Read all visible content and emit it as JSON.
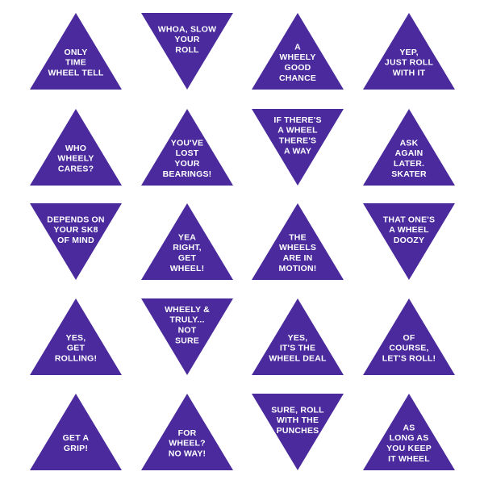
{
  "colors": {
    "triangle_fill": "#4a2a9d",
    "text": "#ffffff",
    "background": "#ffffff"
  },
  "triangles": [
    {
      "orientation": "up",
      "lines": [
        "ONLY",
        "TIME",
        "WHEEL TELL"
      ]
    },
    {
      "orientation": "down",
      "lines": [
        "WHOA, SLOW",
        "YOUR",
        "ROLL"
      ]
    },
    {
      "orientation": "up",
      "lines": [
        "A",
        "WHEELY",
        "GOOD",
        "CHANCE"
      ]
    },
    {
      "orientation": "up",
      "lines": [
        "YEP,",
        "JUST ROLL",
        "WITH IT"
      ]
    },
    {
      "orientation": "up",
      "lines": [
        "WHO",
        "WHEELY",
        "CARES?"
      ]
    },
    {
      "orientation": "up",
      "lines": [
        "YOU'VE",
        "LOST",
        "YOUR",
        "BEARINGS!"
      ]
    },
    {
      "orientation": "down",
      "lines": [
        "IF THERE'S",
        "A WHEEL",
        "THERE'S",
        "A WAY"
      ]
    },
    {
      "orientation": "up",
      "lines": [
        "ASK",
        "AGAIN",
        "LATER.",
        "SKATER"
      ]
    },
    {
      "orientation": "down",
      "lines": [
        "DEPENDS ON",
        "YOUR SK8",
        "OF MIND"
      ]
    },
    {
      "orientation": "up",
      "lines": [
        "YEA",
        "RIGHT,",
        "GET",
        "WHEEL!"
      ]
    },
    {
      "orientation": "up",
      "lines": [
        "THE",
        "WHEELS",
        "ARE IN",
        "MOTION!"
      ]
    },
    {
      "orientation": "down",
      "lines": [
        "THAT ONE'S",
        "A WHEEL",
        "DOOZY"
      ]
    },
    {
      "orientation": "up",
      "lines": [
        "YES,",
        "GET",
        "ROLLING!"
      ]
    },
    {
      "orientation": "down",
      "lines": [
        "WHEELY &",
        "TRULY...",
        "NOT",
        "SURE"
      ]
    },
    {
      "orientation": "up",
      "lines": [
        "YES,",
        "IT'S THE",
        "WHEEL DEAL"
      ]
    },
    {
      "orientation": "up",
      "lines": [
        "OF",
        "COURSE,",
        "LET'S ROLL!"
      ]
    },
    {
      "orientation": "up",
      "lines": [
        "GET A",
        "GRIP!"
      ]
    },
    {
      "orientation": "up",
      "lines": [
        "FOR",
        "WHEEL?",
        "NO WAY!"
      ]
    },
    {
      "orientation": "down",
      "lines": [
        "SURE, ROLL",
        "WITH THE",
        "PUNCHES"
      ]
    },
    {
      "orientation": "up",
      "lines": [
        "AS",
        "LONG AS",
        "YOU KEEP",
        "IT WHEEL"
      ]
    }
  ]
}
